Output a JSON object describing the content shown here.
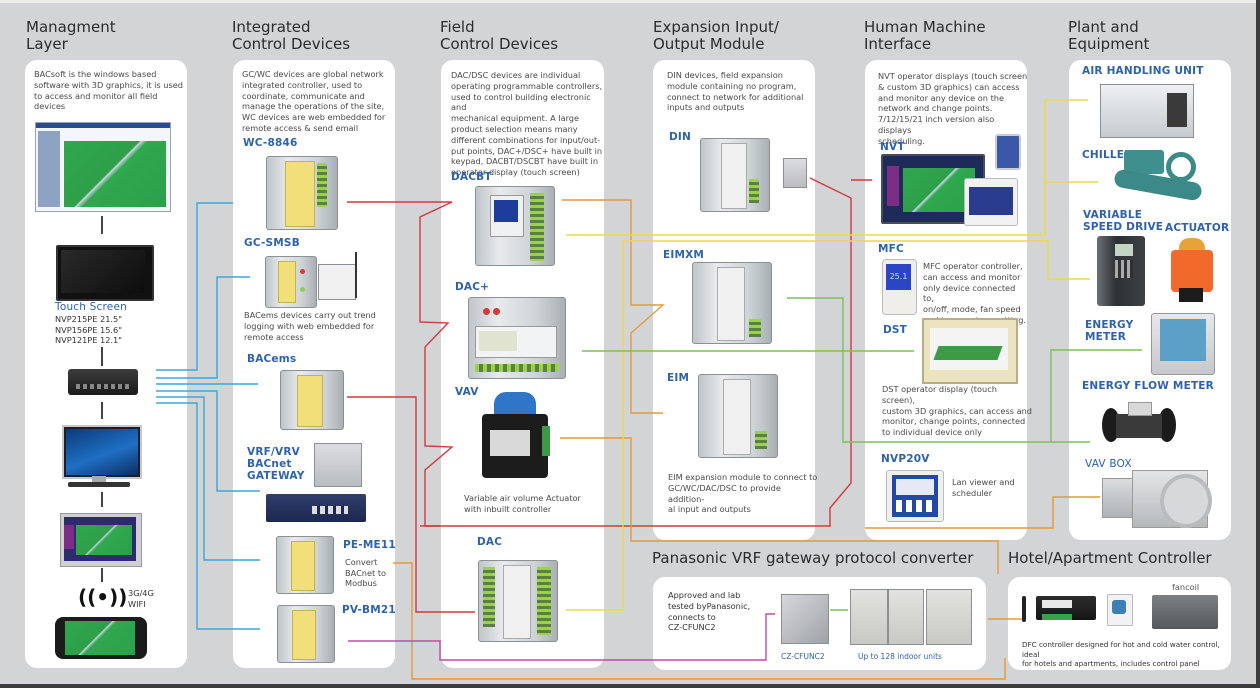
{
  "columns": {
    "management": {
      "title": "Managment\nLayer",
      "description": "BACsoft is the windows based\nsoftware with 3D graphics, it is used\nto access and monitor all field\ndevices",
      "touch_screen_label": "Touch Screen",
      "touch_screen_models": "NVP215PE 21.5\"\nNVP156PE 15.6\"\nNVP121PE 12.1\"",
      "wireless_label": "3G/4G\nWIFI"
    },
    "integrated": {
      "title": "Integrated\nControl Devices",
      "description": "GC/WC devices are global network\nintegrated controller, used to\ncoordinate, communicate and\nmanage the operations of the site,\nWC devices are web embedded for\nremote access & send email",
      "devices": {
        "wc8846": "WC-8846",
        "gcsmsb": "GC-SMSB",
        "bacems_desc": "BACems devices carry out trend\nlogging with web embedded for\nremote access",
        "bacems": "BACems",
        "vrf_gateway": "VRF/VRV\nBACnet\nGATEWAY",
        "peme11": "PE-ME11",
        "peme11_desc": "Convert\nBACnet to\nModbus",
        "pvbm21": "PV-BM21"
      }
    },
    "field": {
      "title": "Field\nControl Devices",
      "description": "DAC/DSC devices are individual\noperating programmable controllers,\nused to control building electronic and\nmechanical equipment. A large\nproduct selection means many\ndifferent combinations for input/out-\nput points, DAC+/DSC+ have built in\nkeypad, DACBT/DSCBT have built in\noperator display (touch screen)",
      "devices": {
        "dacbt": "DACBT",
        "dacplus": "DAC+",
        "vav": "VAV",
        "vav_desc": "Variable air volume Actuator\nwith inbuilt controller",
        "dac": "DAC"
      }
    },
    "expansion": {
      "title": "Expansion Input/\nOutput Module",
      "description": "DIN devices, field expansion\nmodule containing no program,\nconnect to network for additional\ninputs and outputs",
      "devices": {
        "din": "DIN",
        "eimxm": "EIMXM",
        "eim": "EIM",
        "eim_desc": "EIM expansion module to connect to\nGC/WC/DAC/DSC to provide addition-\nal input and outputs"
      }
    },
    "hmi": {
      "title": "Human Machine\nInterface",
      "description": "NVT operator displays (touch screen\n& custom 3D graphics) can access\nand monitor any device on the\nnetwork and change points.\n7/12/15/21 inch version also displays\nscheduling.",
      "devices": {
        "nvt": "NVT",
        "mfc": "MFC",
        "mfc_desc": "MFC operator controller,\ncan access and monitor\nonly device connected to,\non/off, mode, fan speed\nand temperature setting.",
        "mfc_display": "25.1",
        "dst": "DST",
        "dst_desc": "DST operator display (touch screen),\ncustom 3D graphics, can access and\nmonitor, change points, connected\nto individual device only",
        "nvp20v": "NVP20V",
        "nvp20v_desc": "Lan viewer and\nscheduler"
      }
    },
    "plant": {
      "title": "Plant and\nEquipment",
      "devices": {
        "ahu": "AIR HANDLING UNIT",
        "chiller": "CHILLER",
        "vsd": "VARIABLE\nSPEED DRIVE",
        "actuator": "ACTUATOR",
        "energy_meter": "ENERGY\nMETER",
        "energy_flow_meter": "ENERGY FLOW METER",
        "vav_box": "VAV BOX"
      }
    }
  },
  "panasonic": {
    "title": "Panasonic VRF gateway protocol converter",
    "description": "Approved and lab\ntested byPanasonic,\nconnects to\nCZ-CFUNC2",
    "gateway_label": "CZ-CFUNC2",
    "units_label": "Up to 128 indoor units"
  },
  "hotel": {
    "title": "Hotel/Apartment Controller",
    "fancoil_label": "fancoil",
    "description": "DFC controller designed for hot and cold water control, ideal\nfor hotels and apartments, includes control panel"
  },
  "wire_colors": {
    "network": "#3aa8d8",
    "red": "#d23a3f",
    "orange": "#e39a3c",
    "yellow": "#ecd94c",
    "green": "#7cc257",
    "magenta": "#c34aa8"
  }
}
